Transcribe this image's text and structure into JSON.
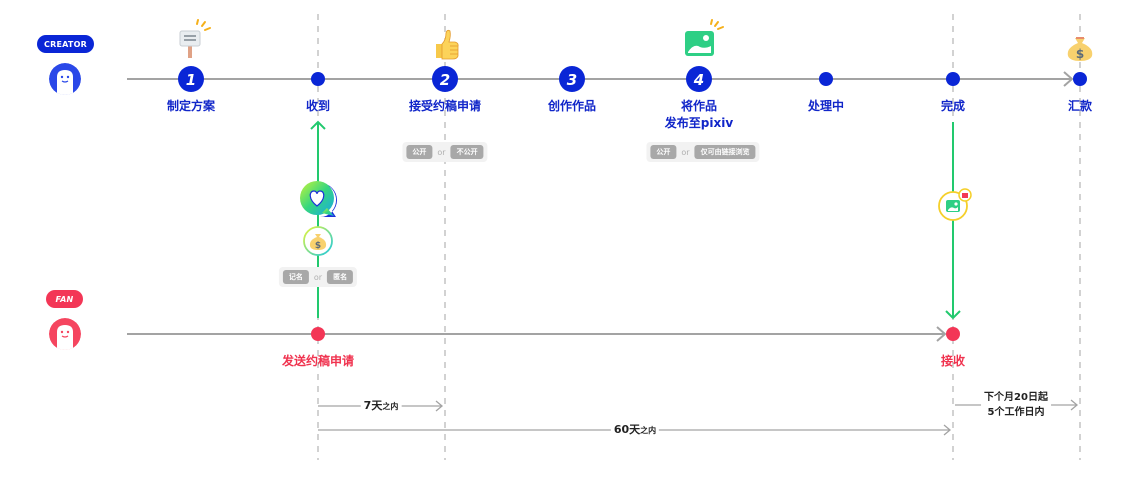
{
  "roles": {
    "creator": {
      "label": "CREATOR",
      "color": "#0a26d6"
    },
    "fan": {
      "label": "FAN",
      "color": "#f33656"
    }
  },
  "creator_steps": [
    {
      "id": "plan",
      "number": "1",
      "label": "制定方案",
      "icon": "sign-board-icon"
    },
    {
      "id": "receive",
      "number": "",
      "label": "收到",
      "icon": ""
    },
    {
      "id": "accept",
      "number": "2",
      "label": "接受约稿申请",
      "icon": "thumbs-up-icon",
      "options": [
        "公开",
        "不公开"
      ]
    },
    {
      "id": "create",
      "number": "3",
      "label": "创作作品",
      "icon": ""
    },
    {
      "id": "publish",
      "number": "4",
      "label": "将作品",
      "label2": "发布至pixiv",
      "icon": "image-icon",
      "options": [
        "公开",
        "仅可由链接浏览"
      ]
    },
    {
      "id": "processing",
      "number": "",
      "label": "处理中",
      "icon": ""
    },
    {
      "id": "complete",
      "number": "",
      "label": "完成",
      "icon": ""
    },
    {
      "id": "payout",
      "number": "",
      "label": "汇款",
      "icon": "money-bag-icon"
    }
  ],
  "fan_steps": [
    {
      "id": "send-request",
      "label": "发送约稿申请",
      "options": [
        "记名",
        "匿名"
      ]
    },
    {
      "id": "receive-work",
      "label": "接收"
    }
  ],
  "or_label": "or",
  "durations": [
    {
      "id": "7-days",
      "main": "7天",
      "suffix": "之内"
    },
    {
      "id": "60-days",
      "main": "60天",
      "suffix": "之内"
    },
    {
      "id": "payout-window",
      "line1": "下个月20日起",
      "line2": "5个工作日内"
    }
  ],
  "colors": {
    "creator_blue": "#0a26d6",
    "fan_red": "#f33656",
    "flow_green": "#22c96e",
    "timeline_gray": "#9a9a9a"
  }
}
